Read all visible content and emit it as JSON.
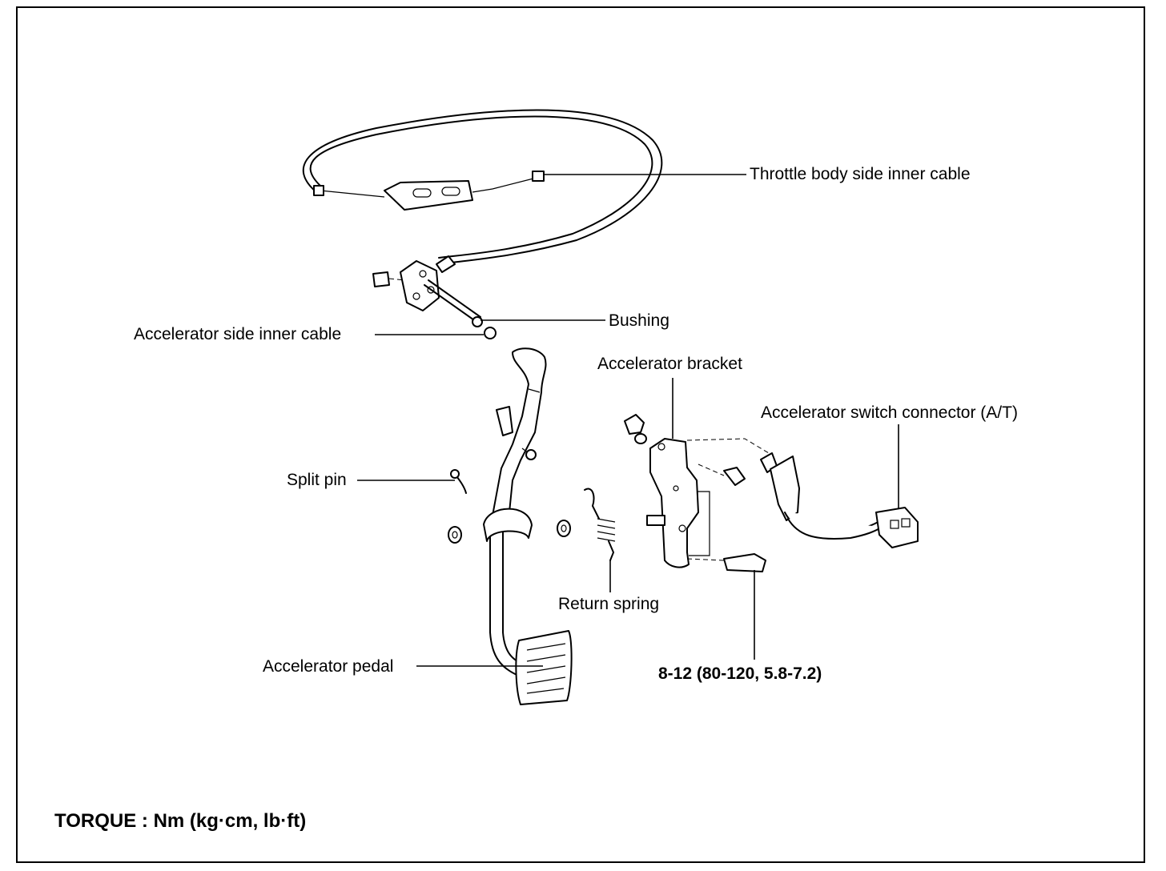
{
  "labels": {
    "throttle_cable": "Throttle body side inner cable",
    "bushing": "Bushing",
    "accel_inner_cable": "Accelerator side inner cable",
    "accel_bracket": "Accelerator bracket",
    "switch_connector": "Accelerator switch connector (A/T)",
    "split_pin": "Split pin",
    "return_spring": "Return spring",
    "accel_pedal": "Accelerator pedal",
    "torque_value": "8-12 (80-120, 5.8-7.2)"
  },
  "footer": {
    "torque_units": "TORQUE : Nm (kg·cm, lb·ft)"
  }
}
